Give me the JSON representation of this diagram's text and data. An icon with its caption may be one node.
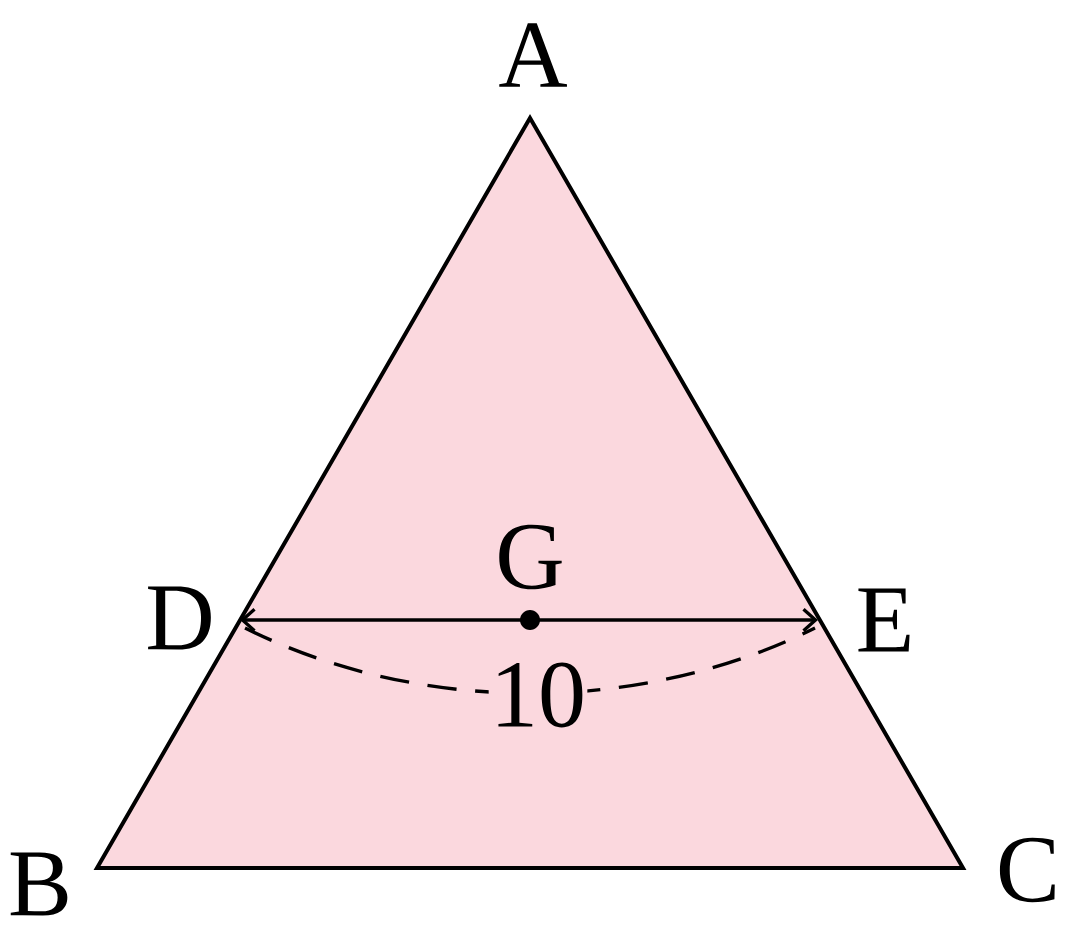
{
  "diagram": {
    "labels": [
      "A",
      "G",
      "D",
      "E",
      "10",
      "B",
      "C"
    ]
  }
}
